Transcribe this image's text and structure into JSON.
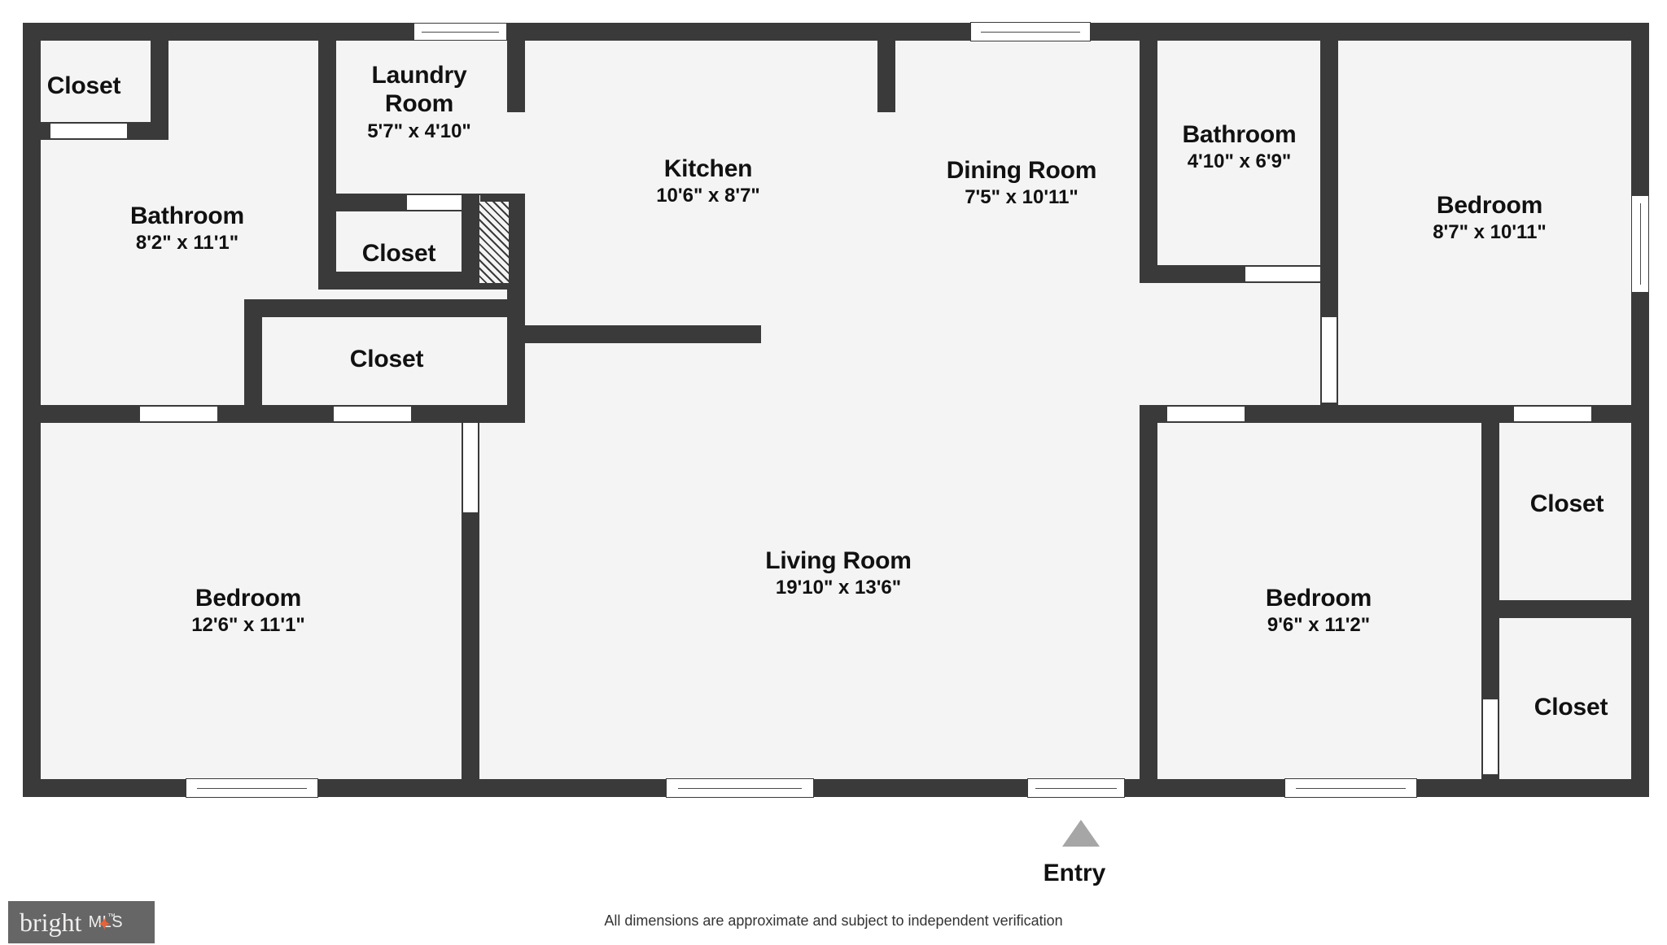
{
  "document": {
    "type": "floor-plan",
    "disclaimer": "All dimensions are approximate and subject to independent verification",
    "entry_label": "Entry",
    "logo": {
      "brand": "bright",
      "suffix": "MLS",
      "trademark": "™",
      "star_glyph": "✦",
      "background_color": "#666666",
      "text_color": "#f0efee",
      "accent_color": "#e2643c"
    },
    "colors": {
      "wall": "#3a3a3a",
      "floor": "#f4f4f4",
      "page": "#ffffff",
      "label_text": "#111111",
      "entry_marker": "#a6a6a6"
    }
  },
  "rooms": [
    {
      "id": "closet-top-left",
      "name": "Closet",
      "dimensions": ""
    },
    {
      "id": "bathroom-left",
      "name": "Bathroom",
      "dimensions": "8'2\" x 11'1\""
    },
    {
      "id": "laundry-room",
      "name": "Laundry Room",
      "dimensions": "5'7\" x 4'10\""
    },
    {
      "id": "closet-upper-mid",
      "name": "Closet",
      "dimensions": ""
    },
    {
      "id": "closet-lower-mid",
      "name": "Closet",
      "dimensions": ""
    },
    {
      "id": "kitchen",
      "name": "Kitchen",
      "dimensions": "10'6\" x 8'7\""
    },
    {
      "id": "dining-room",
      "name": "Dining Room",
      "dimensions": "7'5\" x 10'11\""
    },
    {
      "id": "bathroom-right",
      "name": "Bathroom",
      "dimensions": "4'10\" x 6'9\""
    },
    {
      "id": "bedroom-top-right",
      "name": "Bedroom",
      "dimensions": "8'7\" x 10'11\""
    },
    {
      "id": "bedroom-bottom-left",
      "name": "Bedroom",
      "dimensions": "12'6\" x 11'1\""
    },
    {
      "id": "living-room",
      "name": "Living Room",
      "dimensions": "19'10\" x 13'6\""
    },
    {
      "id": "bedroom-bottom-right",
      "name": "Bedroom",
      "dimensions": "9'6\" x 11'2\""
    },
    {
      "id": "closet-right-upper",
      "name": "Closet",
      "dimensions": ""
    },
    {
      "id": "closet-right-lower",
      "name": "Closet",
      "dimensions": ""
    }
  ]
}
